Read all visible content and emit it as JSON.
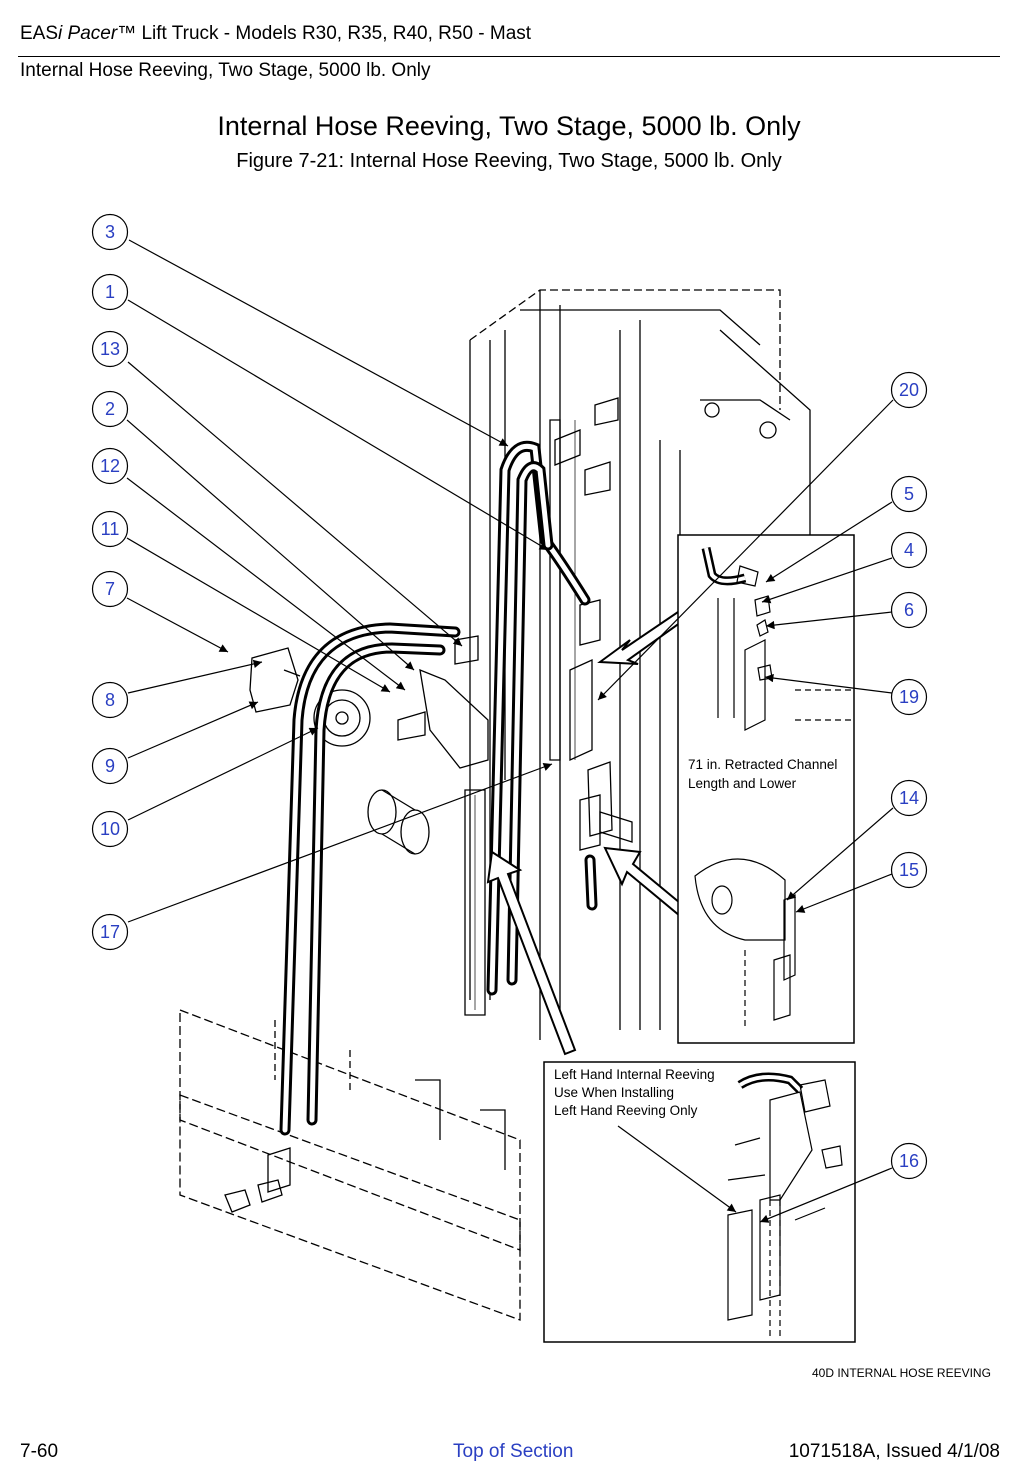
{
  "header": {
    "brand_prefix": "EAS",
    "brand_italic": "i Pacer",
    "brand_suffix": "™ Lift Truck - Models R30, R35, R40, R50 - Mast",
    "section": "Internal Hose Reeving, Two Stage, 5000 lb. Only"
  },
  "page_title": "Internal Hose Reeving, Two Stage, 5000 lb. Only",
  "figure_caption": "Figure 7-21:  Internal Hose Reeving, Two Stage, 5000 lb. Only",
  "callouts": {
    "c3": "3",
    "c1": "1",
    "c13": "13",
    "c2": "2",
    "c12": "12",
    "c11": "11",
    "c7": "7",
    "c8": "8",
    "c9": "9",
    "c10": "10",
    "c17": "17",
    "c20": "20",
    "c5": "5",
    "c4": "4",
    "c6": "6",
    "c19": "19",
    "c14": "14",
    "c15": "15",
    "c16": "16"
  },
  "inset_upper": {
    "line1": "71 in. Retracted Channel",
    "line2": "Length and Lower"
  },
  "inset_lower": {
    "line1": "Left Hand Internal Reeving",
    "line2": "Use When Installing",
    "line3": "Left Hand Reeving Only"
  },
  "drawing_id": "40D INTERNAL HOSE REEVING",
  "footer": {
    "page_number": "7-60",
    "top_link": "Top of Section",
    "doc_id": "1071518A, Issued 4/1/08"
  }
}
